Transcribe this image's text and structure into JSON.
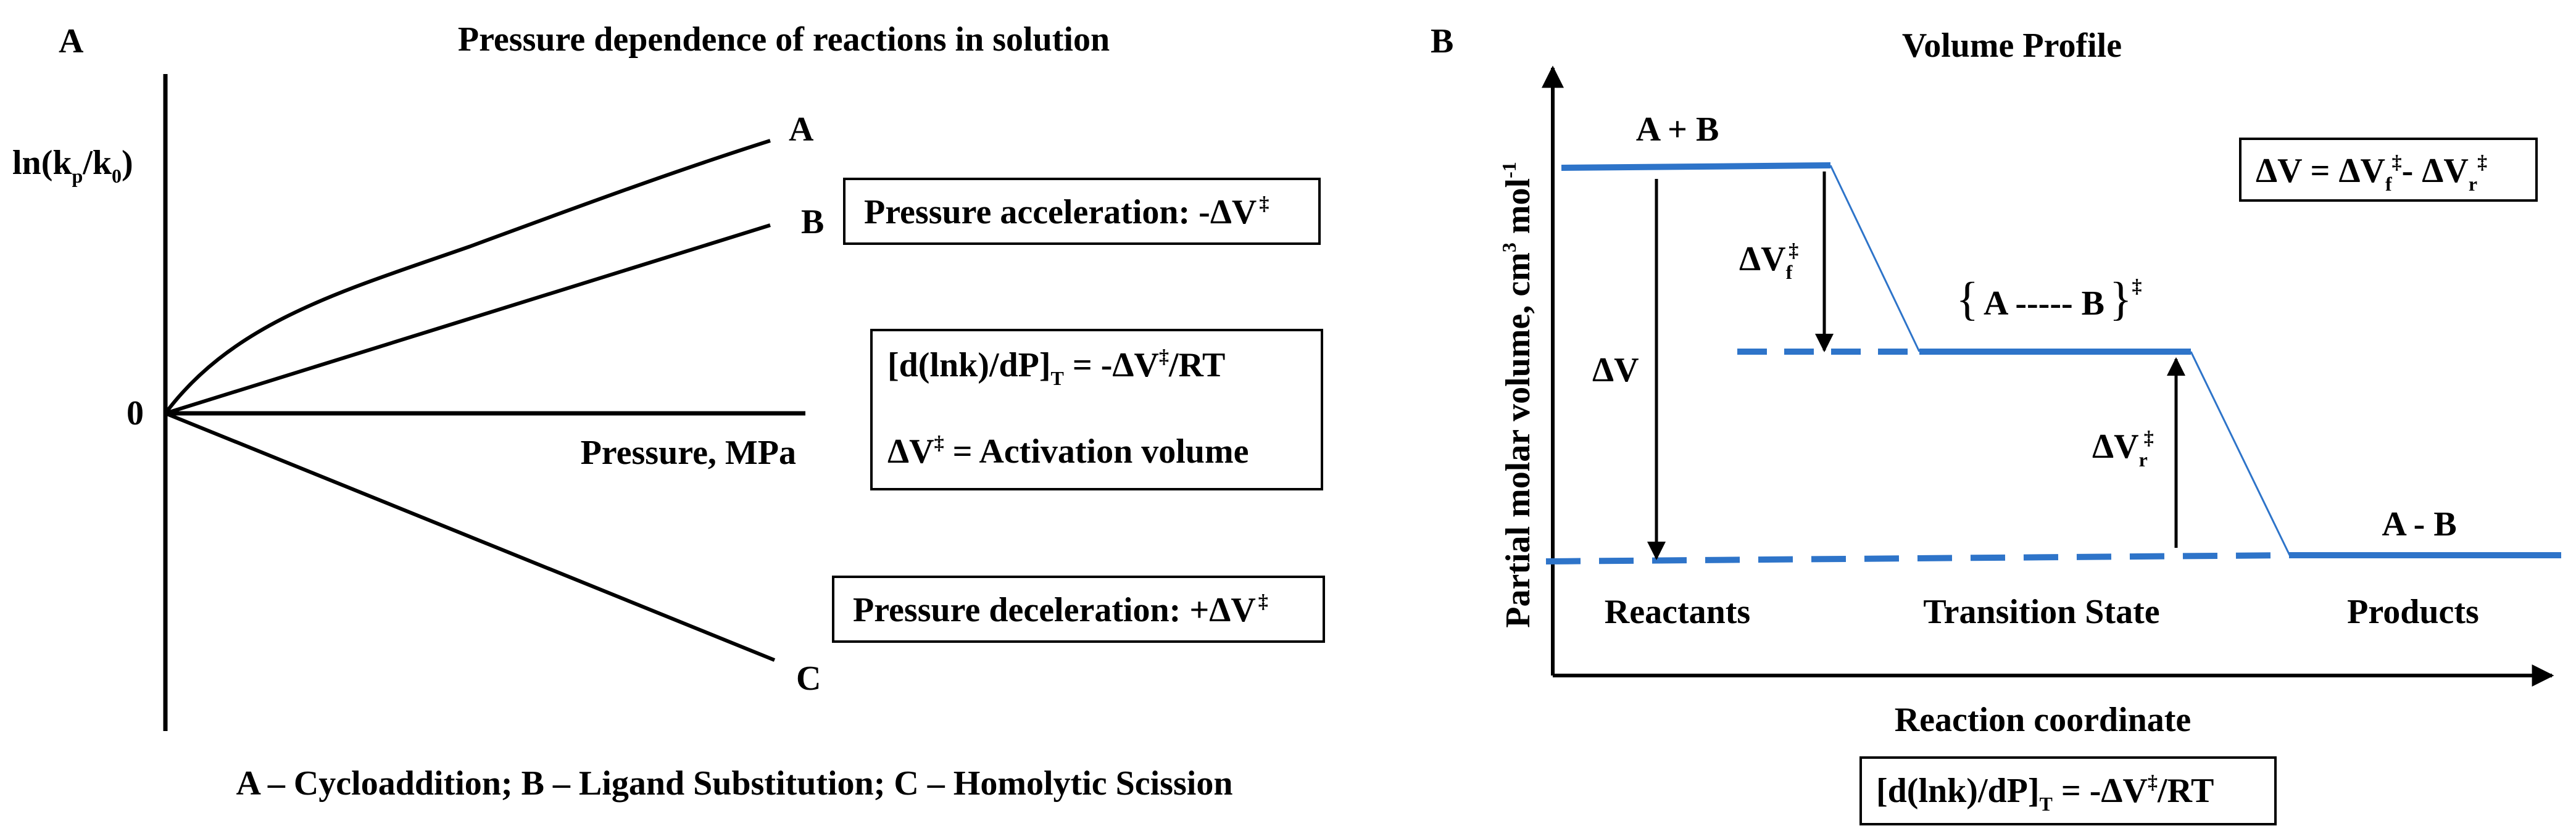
{
  "panel_a": {
    "letter": "A",
    "title": "Pressure dependence of reactions in solution",
    "y_label": {
      "main": "ln(k",
      "sub1": "p",
      "mid": "/k",
      "sub2": "0",
      "end": ")"
    },
    "zero": "0",
    "x_label": "Pressure, MPa",
    "curve_labels": [
      "A",
      "B",
      "C"
    ],
    "box_accel": "Pressure acceleration: -ΔV",
    "box_rate": {
      "a": "[d(lnk)/dP]",
      "sub": "T",
      "b": " = -ΔV",
      "c": "/RT"
    },
    "box_activation": {
      "a": "ΔV",
      "b": " = Activation volume"
    },
    "box_decel": "Pressure deceleration: +ΔV",
    "dagger": "‡",
    "caption": "A – Cycloaddition; B – Ligand Substitution; C – Homolytic Scission"
  },
  "panel_b": {
    "letter": "B",
    "title": "Volume Profile",
    "y_label": "Partial molar volume, cm",
    "y_label_sup": "3",
    "y_label_tail": " mol",
    "y_label_sup2": "-1",
    "x_label": "Reaction coordinate",
    "reactant_level": "A + B",
    "ts_label": "A ----- B",
    "product_level": "A - B",
    "dv": "ΔV",
    "dvf": {
      "a": "ΔV",
      "sub": "f"
    },
    "dvr": {
      "a": "ΔV",
      "sub": "r"
    },
    "categories": [
      "Reactants",
      "Transition State",
      "Products"
    ],
    "equation": {
      "a": "ΔV = ΔV",
      "sub1": "f",
      "b": "- ΔV",
      "sub2": "r"
    },
    "bottom_eq": {
      "a": "[d(lnk)/dP]",
      "sub": "T",
      "b": " = -ΔV",
      "c": "/RT"
    },
    "dagger": "‡",
    "line_color": "#2e74c9"
  }
}
